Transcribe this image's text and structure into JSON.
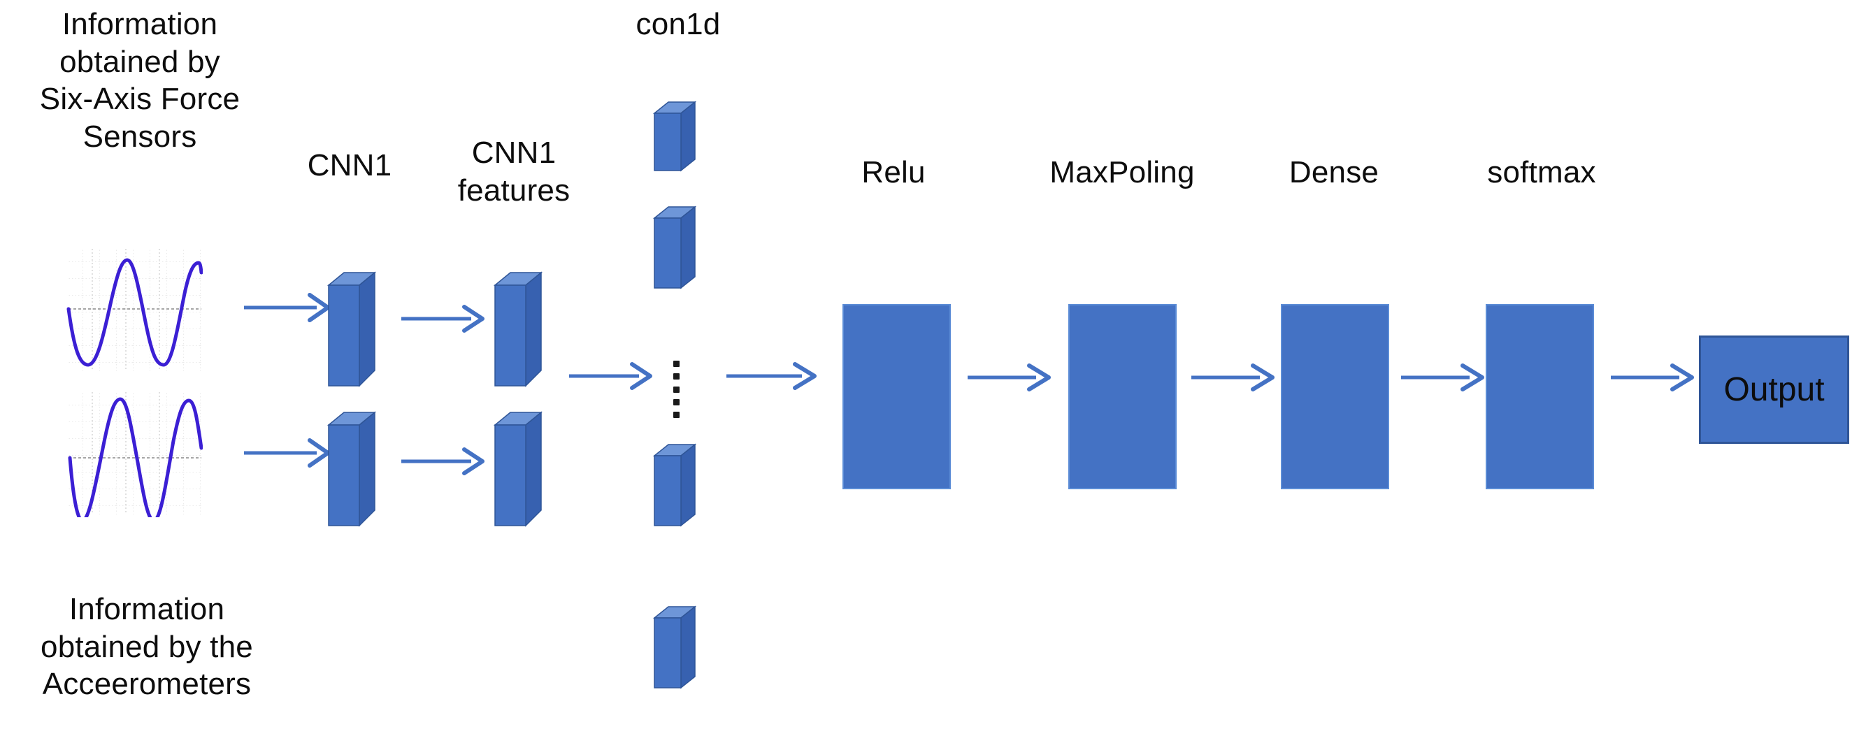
{
  "figure": {
    "title": "CNN1 sensor-fusion network architecture diagram",
    "type": "diagram",
    "background": "#ffffff",
    "accent_color": "#4472C4",
    "accent_dark": "#2F5597",
    "accent_light": "#8FAADC",
    "arrow_color": "#4472C4",
    "wave_color": "#3B1FD4",
    "text_color": "#0d0d0d"
  },
  "labels": {
    "input_force": "Information\nobtained by\nSix-Axis Force\nSensors",
    "input_accel": "Information\nobtained by the\nAcceerometers",
    "cnn1": "CNN1",
    "cnn1_features": "CNN1\nfeatures",
    "con1d": "con1d",
    "relu": "Relu",
    "maxpoling": "MaxPoling",
    "dense": "Dense",
    "softmax": "softmax",
    "output": "Output"
  },
  "nodes": {
    "cnn1_blocks": [
      {
        "name": "cnn1-block-top",
        "shape": "3d-bar"
      },
      {
        "name": "cnn1-block-bottom",
        "shape": "3d-bar"
      }
    ],
    "cnn1_feature_blocks": [
      {
        "name": "cnn1-features-block-top",
        "shape": "3d-bar"
      },
      {
        "name": "cnn1-features-block-bottom",
        "shape": "3d-bar"
      }
    ],
    "con1d_blocks": [
      {
        "name": "con1d-block-1",
        "shape": "3d-bar"
      },
      {
        "name": "con1d-block-2",
        "shape": "3d-bar"
      },
      {
        "name": "con1d-block-3",
        "shape": "3d-bar"
      },
      {
        "name": "con1d-block-4",
        "shape": "3d-bar"
      }
    ],
    "layer_rects": [
      {
        "name": "relu-rect",
        "label": "Relu"
      },
      {
        "name": "maxpoling-rect",
        "label": "MaxPoling"
      },
      {
        "name": "dense-rect",
        "label": "Dense"
      },
      {
        "name": "softmax-rect",
        "label": "softmax"
      }
    ],
    "ellipsis": {
      "name": "con1d-vertical-ellipsis",
      "dots": 5
    }
  },
  "waveforms": [
    {
      "name": "force-sensor-waveform",
      "kind": "sine",
      "cycles": 2.1,
      "amplitude": 0.78,
      "grid": true
    },
    {
      "name": "accelerometer-waveform",
      "kind": "sine",
      "cycles": 2.3,
      "amplitude": 1.35,
      "grid": true
    }
  ],
  "arrows": [
    {
      "name": "arrow-force-to-cnn1"
    },
    {
      "name": "arrow-accel-to-cnn1"
    },
    {
      "name": "arrow-cnn1-top-to-features"
    },
    {
      "name": "arrow-cnn1-bottom-to-features"
    },
    {
      "name": "arrow-features-to-con1d"
    },
    {
      "name": "arrow-con1d-to-relu"
    },
    {
      "name": "arrow-relu-to-maxpoling"
    },
    {
      "name": "arrow-maxpoling-to-dense"
    },
    {
      "name": "arrow-dense-to-softmax"
    },
    {
      "name": "arrow-softmax-to-output"
    }
  ]
}
